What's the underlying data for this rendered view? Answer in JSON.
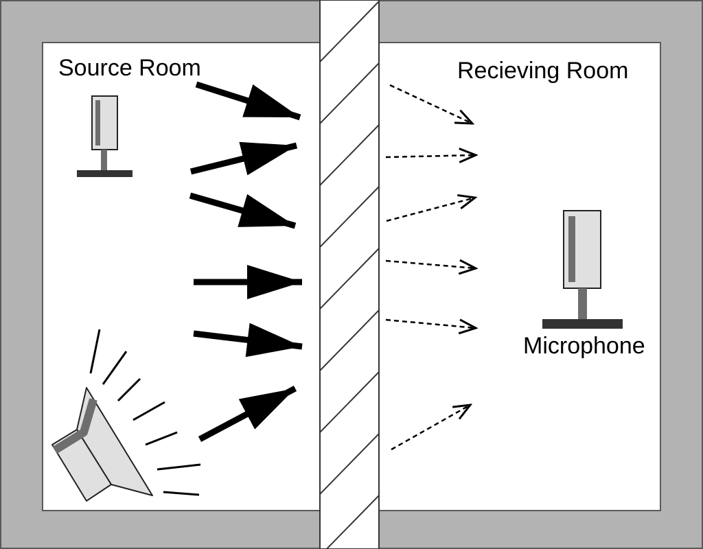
{
  "labels": {
    "source_room": "Source Room",
    "receiving_room": "Recieving Room",
    "microphone": "Microphone"
  },
  "icons": [
    "microphone-icon",
    "loudspeaker-icon"
  ],
  "colors": {
    "wall": "#b3b3b3",
    "room": "#ffffff",
    "partition": "#ffffff",
    "device_body": "#e0e0e0",
    "device_stripe": "#6e6e6e",
    "device_base": "#333333",
    "arrow": "#000000"
  }
}
